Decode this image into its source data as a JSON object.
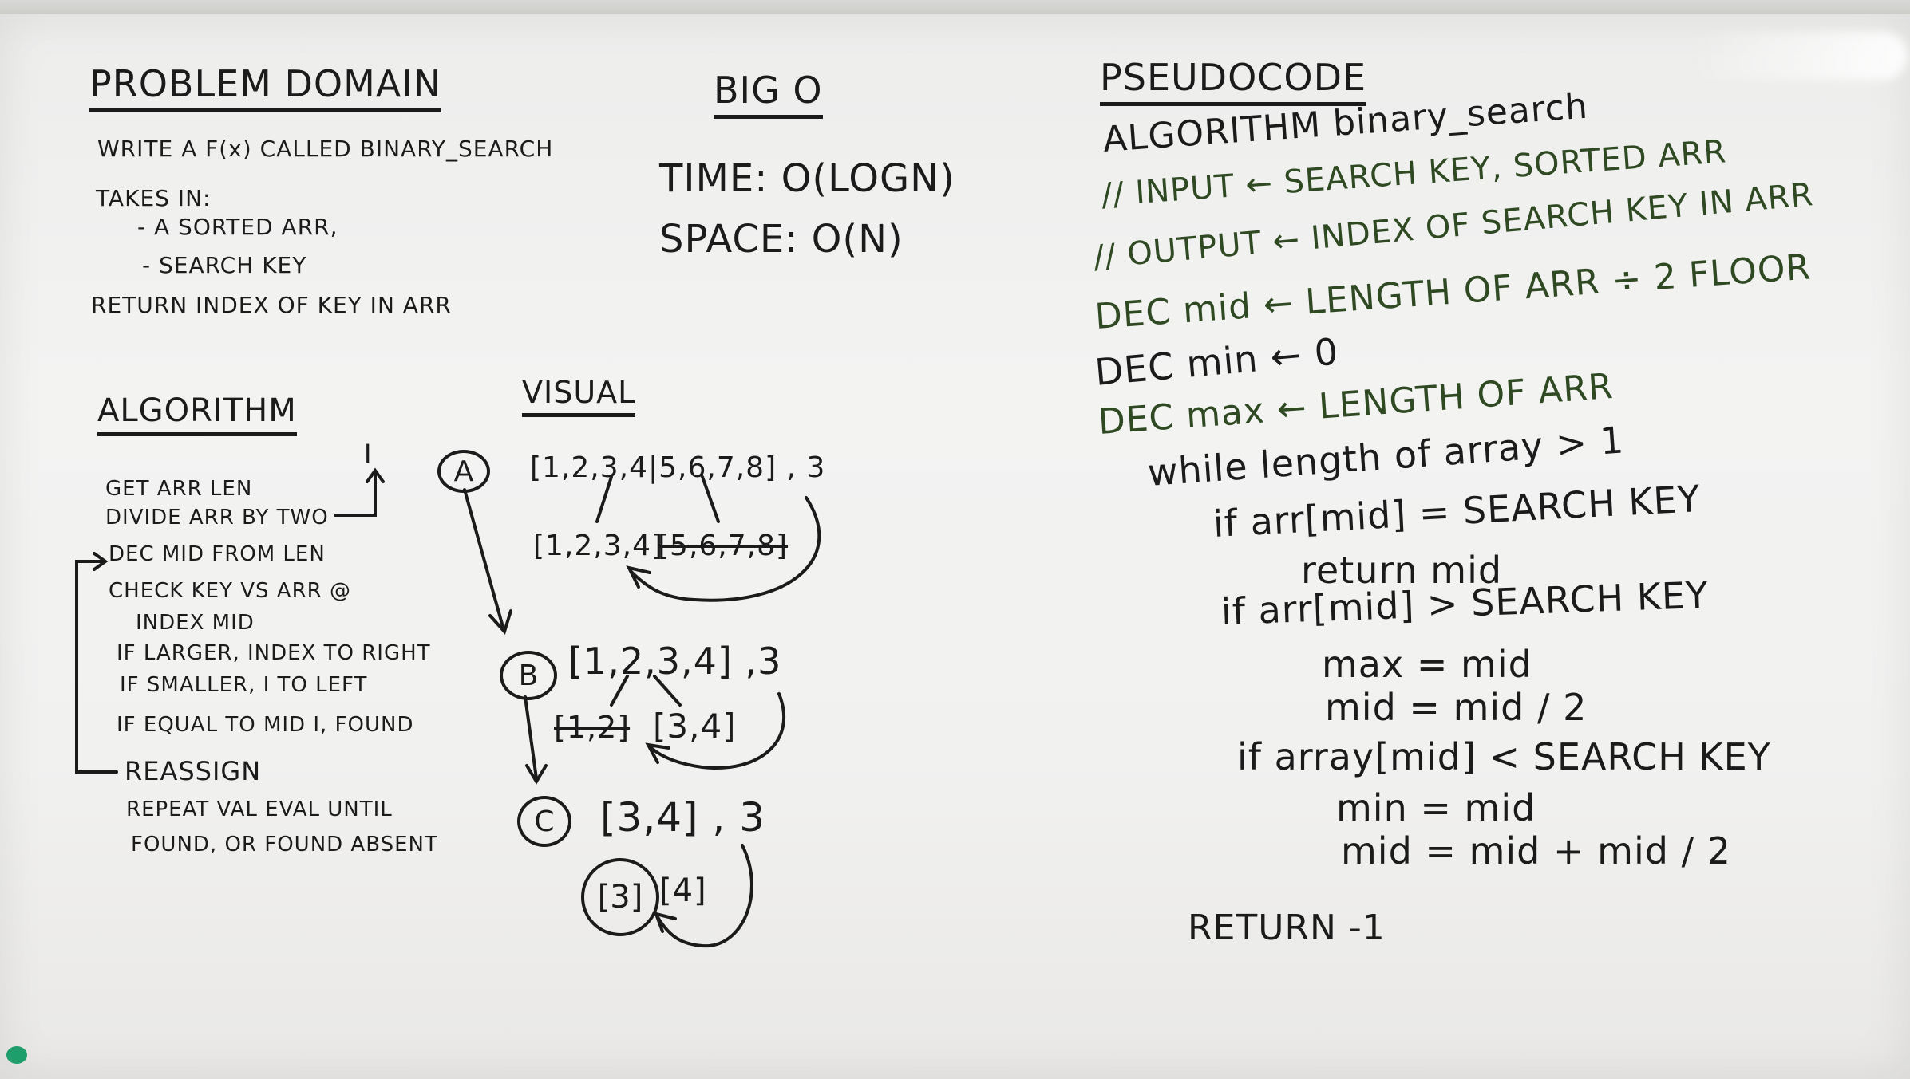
{
  "problem": {
    "heading": "PROBLEM DOMAIN",
    "lines": [
      "WRITE A F(x) CALLED BINARY_SEARCH",
      "TAKES IN:",
      "- A SORTED ARR,",
      "- SEARCH KEY",
      "RETURN INDEX OF KEY IN ARR"
    ]
  },
  "bigo": {
    "heading": "BIG O",
    "time": "TIME: O(LOGN)",
    "space": "SPACE: O(N)"
  },
  "algorithm": {
    "heading": "ALGORITHM",
    "marker": "I",
    "lines": [
      "GET ARR LEN",
      "DIVIDE ARR BY TWO",
      "DEC MID FROM LEN",
      "CHECK KEY VS ARR @",
      "INDEX MID",
      "IF LARGER, INDEX TO RIGHT",
      "IF SMALLER, I TO LEFT",
      "IF EQUAL TO MID I, FOUND",
      "REASSIGN",
      "REPEAT VAL EVAL UNTIL",
      "FOUND, OR FOUND ABSENT"
    ]
  },
  "visual": {
    "heading": "VISUAL",
    "step_a": {
      "label": "A",
      "full": "[1,2,3,4|5,6,7,8] , 3",
      "left": "[1,2,3,4]",
      "right": "[5,6,7,8]"
    },
    "step_b": {
      "label": "B",
      "full": "[1,2,3,4] ,3",
      "left": "[1,2]",
      "right": "[3,4]"
    },
    "step_c": {
      "label": "C",
      "full": "[3,4] , 3",
      "left": "[3]",
      "right": "[4]"
    }
  },
  "pseudocode": {
    "heading": "PSEUDOCODE",
    "lines": [
      "ALGORITHM binary_search",
      "// INPUT ← SEARCH KEY, SORTED ARR",
      "// OUTPUT ← INDEX OF SEARCH KEY IN ARR",
      "DEC mid ← LENGTH OF ARR ÷ 2 FLOOR",
      "DEC min ← 0",
      "DEC max ← LENGTH OF ARR",
      "while length of array > 1",
      "if arr[mid] = SEARCH KEY",
      "return mid",
      "if arr[mid] > SEARCH KEY",
      "max = mid",
      "mid = mid / 2",
      "if array[mid] < SEARCH KEY",
      "min = mid",
      "mid = mid + mid / 2",
      "RETURN -1"
    ]
  },
  "colors": {
    "ink_black": "#1b1b1b",
    "ink_green": "#2f4a23",
    "board": "#f1f1f0",
    "marker_cap": "#1d9e6a"
  }
}
